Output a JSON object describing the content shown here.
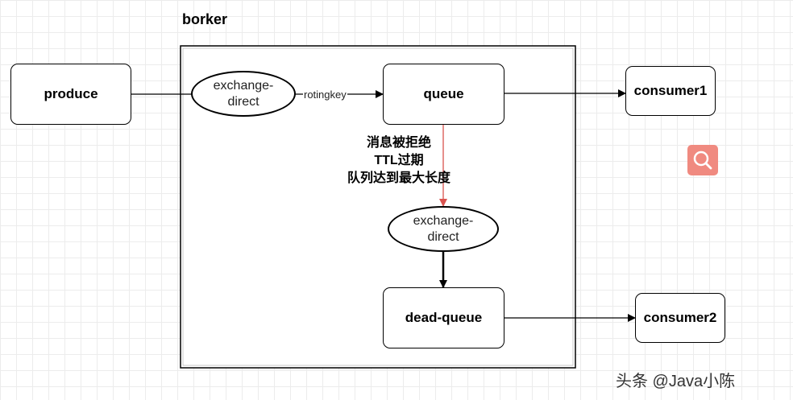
{
  "container": {
    "title": "borker"
  },
  "nodes": {
    "produce": "produce",
    "exchange_main": {
      "line1": "exchange-",
      "line2": "direct"
    },
    "queue": "queue",
    "consumer1": "consumer1",
    "exchange_dead": {
      "line1": "exchange-",
      "line2": "direct"
    },
    "dead_queue": "dead-queue",
    "consumer2": "consumer2"
  },
  "edges": {
    "exchange_to_queue_label": "rotingkey"
  },
  "dead_letter_reasons": [
    "消息被拒绝",
    "TTL过期",
    "队列达到最大长度"
  ],
  "colors": {
    "dead_letter_edge": "#d9534f",
    "search_badge": "#f08a80"
  },
  "icons": {
    "search_badge": "search-icon"
  },
  "watermark": "头条 @Java小陈"
}
